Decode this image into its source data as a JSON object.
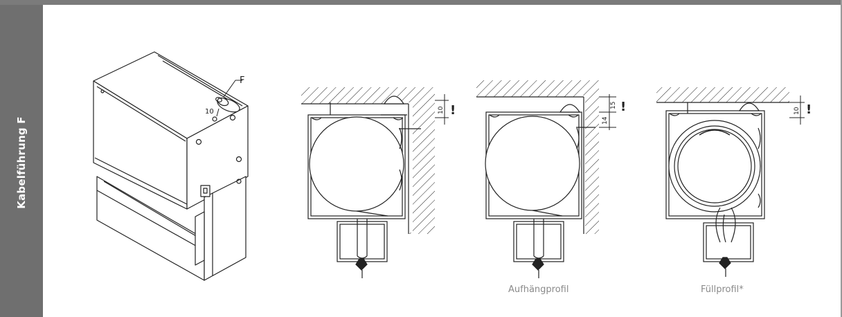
{
  "sidebar": {
    "label": "Kabelführung F"
  },
  "iso_view": {
    "detail_label": "F",
    "dimension_label": "10"
  },
  "section_1": {
    "dimension_label": "10",
    "warning": "!"
  },
  "section_2": {
    "dimension_top": "15",
    "dimension_bottom": "14",
    "warning": "!",
    "caption": "Aufhängprofil"
  },
  "section_3": {
    "dimension_label": "10",
    "warning": "!",
    "caption": "Füllprofil*"
  },
  "colors": {
    "sidebar": "#6f6f6f",
    "line": "#222222",
    "caption": "#8a8a8a"
  }
}
